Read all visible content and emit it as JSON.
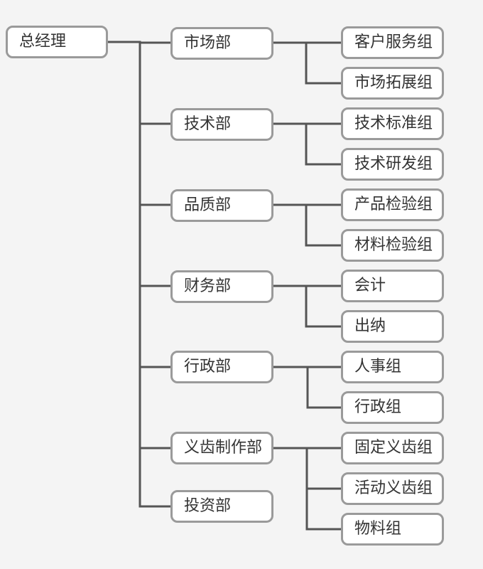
{
  "root": {
    "label": "总经理"
  },
  "departments": [
    {
      "label": "市场部",
      "groups": [
        "客户服务组",
        "市场拓展组"
      ]
    },
    {
      "label": "技术部",
      "groups": [
        "技术标准组",
        "技术研发组"
      ]
    },
    {
      "label": "品质部",
      "groups": [
        "产品检验组",
        "材料检验组"
      ]
    },
    {
      "label": "财务部",
      "groups": [
        "会计",
        "出纳"
      ]
    },
    {
      "label": "行政部",
      "groups": [
        "人事组",
        "行政组"
      ]
    },
    {
      "label": "义齿制作部",
      "groups": [
        "固定义齿组",
        "活动义齿组",
        "物料组"
      ]
    },
    {
      "label": "投资部",
      "groups": []
    }
  ],
  "colors": {
    "line": "#555555",
    "border": "#9a9a9a",
    "background": "#f4f4f4",
    "node": "#ffffff"
  }
}
